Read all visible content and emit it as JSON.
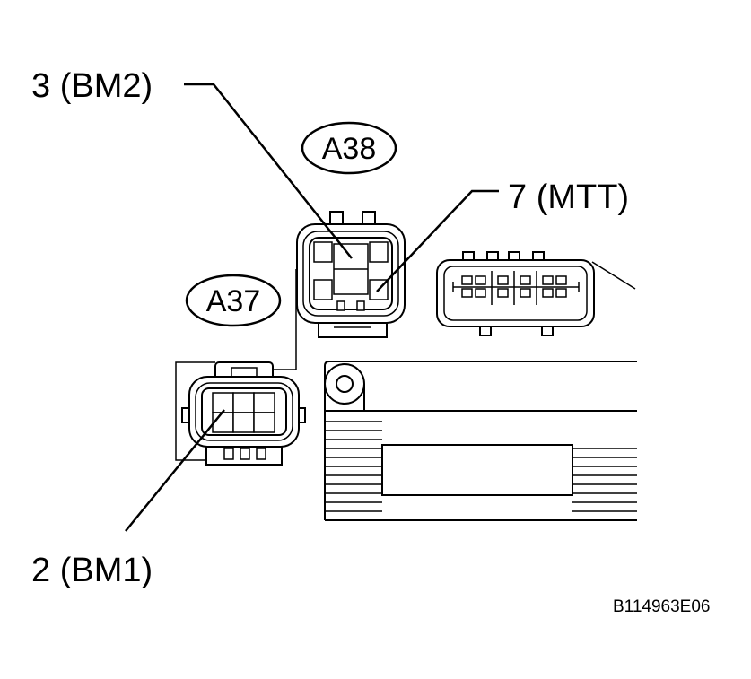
{
  "diagram": {
    "callouts": {
      "bm2": "3 (BM2)",
      "mtt": "7 (MTT)",
      "bm1": "2 (BM1)"
    },
    "connectors": {
      "a38": "A38",
      "a37": "A37"
    },
    "figure_code": "B114963E06"
  }
}
